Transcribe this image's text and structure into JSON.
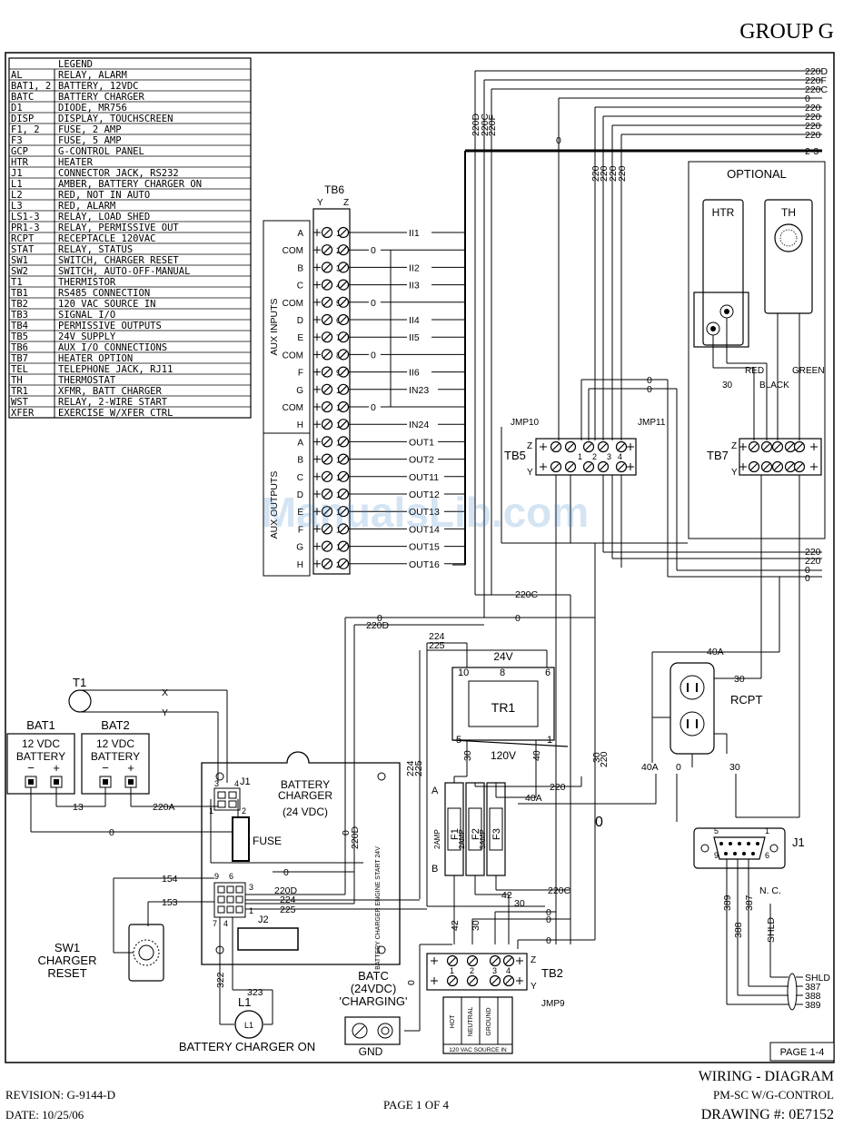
{
  "header": {
    "group": "GROUP G"
  },
  "legend": {
    "title": "LEGEND",
    "items": [
      {
        "code": "AL",
        "desc": "RELAY, ALARM"
      },
      {
        "code": "BAT1, 2",
        "desc": "BATTERY, 12VDC"
      },
      {
        "code": "BATC",
        "desc": "BATTERY CHARGER"
      },
      {
        "code": "D1",
        "desc": "DIODE, MR756"
      },
      {
        "code": "DISP",
        "desc": "DISPLAY, TOUCHSCREEN"
      },
      {
        "code": "F1, 2",
        "desc": "FUSE, 2 AMP"
      },
      {
        "code": "F3",
        "desc": "FUSE, 5 AMP"
      },
      {
        "code": "GCP",
        "desc": "G-CONTROL PANEL"
      },
      {
        "code": "HTR",
        "desc": "HEATER"
      },
      {
        "code": "J1",
        "desc": "CONNECTOR JACK, RS232"
      },
      {
        "code": "L1",
        "desc": "AMBER, BATTERY CHARGER ON"
      },
      {
        "code": "L2",
        "desc": "RED, NOT IN AUTO"
      },
      {
        "code": "L3",
        "desc": "RED, ALARM"
      },
      {
        "code": "LS1-3",
        "desc": "RELAY, LOAD SHED"
      },
      {
        "code": "PR1-3",
        "desc": "RELAY, PERMISSIVE OUT"
      },
      {
        "code": "RCPT",
        "desc": "RECEPTACLE 120VAC"
      },
      {
        "code": "STAT",
        "desc": "RELAY, STATUS"
      },
      {
        "code": "SW1",
        "desc": "SWITCH, CHARGER RESET"
      },
      {
        "code": "SW2",
        "desc": "SWITCH, AUTO-OFF-MANUAL"
      },
      {
        "code": "T1",
        "desc": "THERMISTOR"
      },
      {
        "code": "TB1",
        "desc": "RS485 CONNECTION"
      },
      {
        "code": "TB2",
        "desc": "120 VAC SOURCE IN"
      },
      {
        "code": "TB3",
        "desc": "SIGNAL I/O"
      },
      {
        "code": "TB4",
        "desc": "PERMISSIVE OUTPUTS"
      },
      {
        "code": "TB5",
        "desc": "24V SUPPLY"
      },
      {
        "code": "TB6",
        "desc": "AUX I/O CONNECTIONS"
      },
      {
        "code": "TB7",
        "desc": "HEATER OPTION"
      },
      {
        "code": "TEL",
        "desc": "TELEPHONE JACK, RJ11"
      },
      {
        "code": "TH",
        "desc": "THERMOSTAT"
      },
      {
        "code": "TR1",
        "desc": "XFMR, BATT CHARGER"
      },
      {
        "code": "WST",
        "desc": "RELAY, 2-WIRE START"
      },
      {
        "code": "XFER",
        "desc": "EXERCISE W/XFER CTRL"
      }
    ]
  },
  "tb6": {
    "title": "TB6",
    "yz": [
      "Y",
      "Z"
    ],
    "group_inputs": "AUX INPUTS",
    "group_outputs": "AUX OUTPUTS",
    "rows": [
      {
        "side": "A",
        "num": "1",
        "wire": "II1"
      },
      {
        "side": "COM",
        "num": "2",
        "wire": "0"
      },
      {
        "side": "B",
        "num": "3",
        "wire": "II2"
      },
      {
        "side": "C",
        "num": "4",
        "wire": "II3"
      },
      {
        "side": "COM",
        "num": "5",
        "wire": "0"
      },
      {
        "side": "D",
        "num": "6",
        "wire": "II4"
      },
      {
        "side": "E",
        "num": "7",
        "wire": "II5"
      },
      {
        "side": "COM",
        "num": "8",
        "wire": "0"
      },
      {
        "side": "F",
        "num": "9",
        "wire": "II6"
      },
      {
        "side": "G",
        "num": "10",
        "wire": "IN23"
      },
      {
        "side": "COM",
        "num": "11",
        "wire": "0"
      },
      {
        "side": "H",
        "num": "12",
        "wire": "IN24"
      },
      {
        "side": "A",
        "num": "13",
        "wire": "OUT1"
      },
      {
        "side": "B",
        "num": "14",
        "wire": "OUT2"
      },
      {
        "side": "C",
        "num": "15",
        "wire": "OUT11"
      },
      {
        "side": "D",
        "num": "16",
        "wire": "OUT12"
      },
      {
        "side": "E",
        "num": "17",
        "wire": "OUT13"
      },
      {
        "side": "F",
        "num": "18",
        "wire": "OUT14"
      },
      {
        "side": "G",
        "num": "19",
        "wire": "OUT15"
      },
      {
        "side": "H",
        "num": "20",
        "wire": "OUT16"
      }
    ]
  },
  "right_bus": {
    "labels": [
      "220D",
      "220F",
      "220C",
      "0",
      "220",
      "220",
      "220",
      "220",
      "2-3"
    ],
    "vertical": [
      "220D",
      "220C",
      "220F"
    ],
    "tb5_drops": [
      "220",
      "220",
      "220",
      "220"
    ]
  },
  "optional": {
    "title": "OPTIONAL",
    "htr": "HTR",
    "th": "TH",
    "red": "RED",
    "green": "GREEN",
    "black": "BLACK",
    "w30": "30"
  },
  "tb5": {
    "title": "TB5",
    "jmp10": "JMP10",
    "jmp11": "JMP11",
    "z": "Z",
    "y": "Y",
    "nums": [
      "1",
      "2",
      "3",
      "4"
    ]
  },
  "tb7": {
    "title": "TB7",
    "z": "Z",
    "y": "Y"
  },
  "mid_wires": {
    "w0a": "0",
    "w0b": "0",
    "w220c": "220C",
    "w0c": "0",
    "w220d": "220D",
    "w0d": "0"
  },
  "right_side": {
    "r220a": "220",
    "r220b": "220",
    "r0a": "0",
    "r0b": "0"
  },
  "tr1": {
    "title": "TR1",
    "v24": "24V",
    "v120": "120V",
    "t10": "10",
    "t8": "8",
    "t6": "6",
    "t5": "5",
    "t1": "1",
    "w224": "224",
    "w225": "225",
    "w30": "30",
    "w40": "40"
  },
  "rcpt": {
    "title": "RCPT",
    "w40a": "40A",
    "w30": "30",
    "w40a2": "40A",
    "w0": "0",
    "w30b": "30"
  },
  "t1": {
    "title": "T1",
    "x": "X",
    "y": "Y"
  },
  "bat1": {
    "title": "BAT1",
    "l1": "12 VDC",
    "l2": "BATTERY",
    "minus": "−",
    "plus": "+"
  },
  "bat2": {
    "title": "BAT2",
    "l1": "12 VDC",
    "l2": "BATTERY",
    "minus": "−",
    "plus": "+"
  },
  "bat_wires": {
    "w13": "13",
    "w220a": "220A",
    "w0": "0"
  },
  "charger": {
    "l1": "BATTERY",
    "l2": "CHARGER",
    "l3": "(24 VDC)",
    "fuse": "FUSE",
    "j1": "J1",
    "j2": "J2",
    "j1n3": "3",
    "j1n4": "4",
    "j1n1": "1",
    "j1n2": "2",
    "j2n9": "9",
    "j2n6": "6",
    "j2n3": "3",
    "j2n7": "7",
    "j2n4": "4",
    "j2n1": "1",
    "w0": "0",
    "w220d": "220D",
    "w224": "224",
    "w225": "225",
    "w0b": "0",
    "w220d_v": "220D",
    "side": "BATTERY CHARGER ENGINE START 24V"
  },
  "sw1": {
    "w154": "154",
    "w153": "153",
    "l1": "SW1",
    "l2": "CHARGER",
    "l3": "RESET"
  },
  "l1": {
    "title": "L1",
    "w322": "322",
    "w323": "323",
    "caption": "BATTERY CHARGER ON"
  },
  "batc": {
    "l1": "BATC",
    "l2": "(24VDC)",
    "l3": "'CHARGING'",
    "gnd": "GND",
    "w0": "0"
  },
  "fuses": {
    "a": "A",
    "b": "B",
    "f1": "F1",
    "f2": "F2",
    "f3": "F3",
    "amp2a": "2AMP",
    "amp2b": "2AMP",
    "amp5": "5AMP",
    "w220": "220",
    "w40a": "40A",
    "w220c": "220C",
    "w0": "0",
    "w42": "42",
    "w42b": "42",
    "w30": "30",
    "w30b": "30",
    "w0b": "0",
    "w0c": "0"
  },
  "tb2": {
    "title": "TB2",
    "z": "Z",
    "y": "Y",
    "jmp9": "JMP9",
    "nums": [
      "1",
      "2",
      "3",
      "4"
    ],
    "hot": "HOT",
    "neutral": "NEUTRAL",
    "ground": "GROUND",
    "source": "120 VAC SOURCE IN"
  },
  "j1conn": {
    "title": "J1",
    "p5": "5",
    "p1": "1",
    "p9": "9",
    "p6": "6",
    "w389": "389",
    "w388": "388",
    "w387": "387",
    "nc": "N. C.",
    "shld": "SHLD",
    "o_shld": "SHLD",
    "o387": "387",
    "o388": "388",
    "o389": "389"
  },
  "page_box": "PAGE 1-4",
  "watermark": "ManualsLib.com",
  "footer": {
    "title": "WIRING - DIAGRAM",
    "subtitle": "PM-SC W/G-CONTROL",
    "drawing": "DRAWING #: 0E7152",
    "revision": "REVISION: G-9144-D",
    "date": "DATE: 10/25/06",
    "page": "PAGE 1 OF 4"
  }
}
